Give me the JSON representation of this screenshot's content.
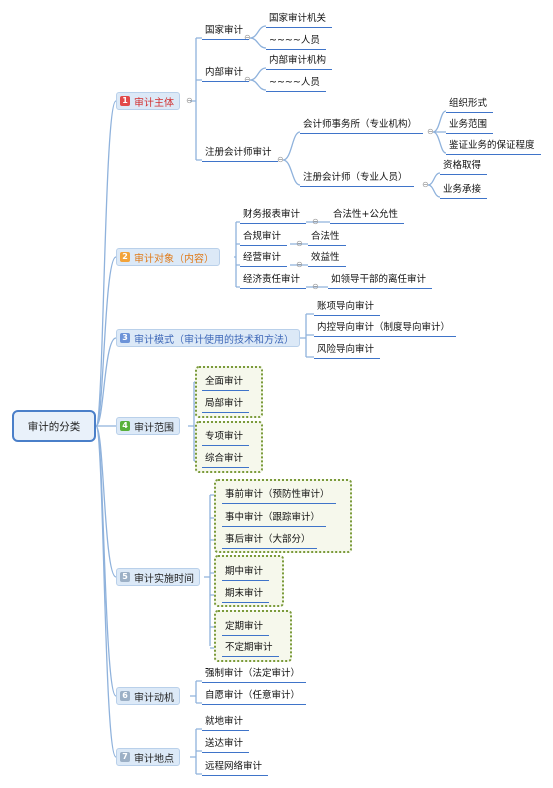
{
  "root": "审计的分类",
  "categories": [
    {
      "num": "1",
      "label": "审计主体",
      "badge_color": "#e24a4a",
      "label_color": "#d23030"
    },
    {
      "num": "2",
      "label": "审计对象（内容）",
      "badge_color": "#f2a33a",
      "label_color": "#e07a18"
    },
    {
      "num": "3",
      "label": "审计模式（审计使用的技术和方法）",
      "badge_color": "#6c93d8",
      "label_color": "#3e68b8"
    },
    {
      "num": "4",
      "label": "审计范围",
      "badge_color": "#58b03a",
      "label_color": "#222222"
    },
    {
      "num": "5",
      "label": "审计实施时间",
      "badge_color": "#9cb0c6",
      "label_color": "#222222"
    },
    {
      "num": "6",
      "label": "审计动机",
      "badge_color": "#9cb0c6",
      "label_color": "#222222"
    },
    {
      "num": "7",
      "label": "审计地点",
      "badge_color": "#9cb0c6",
      "label_color": "#222222"
    }
  ],
  "subject": {
    "national": {
      "label": "国家审计",
      "children": [
        "国家审计机关",
        "~~~~人员"
      ]
    },
    "internal": {
      "label": "内部审计",
      "children": [
        "内部审计机构",
        "~~~~人员"
      ]
    },
    "cpa": {
      "label": "注册会计师审计",
      "firm": {
        "label": "会计师事务所（专业机构）",
        "children": [
          "组织形式",
          "业务范围",
          "鉴证业务的保证程度"
        ]
      },
      "person": {
        "label": "注册会计师（专业人员）",
        "children": [
          "资格取得",
          "业务承接"
        ]
      }
    }
  },
  "object": [
    {
      "label": "财务报表审计",
      "value": "合法性+公允性"
    },
    {
      "label": "合规审计",
      "value": "合法性"
    },
    {
      "label": "经营审计",
      "value": "效益性"
    },
    {
      "label": "经济责任审计",
      "value": "如领导干部的离任审计"
    }
  ],
  "mode": [
    "账项导向审计",
    "内控导向审计（制度导向审计）",
    "风险导向审计"
  ],
  "scope": {
    "group1": [
      "全面审计",
      "局部审计"
    ],
    "group2": [
      "专项审计",
      "综合审计"
    ]
  },
  "timing": {
    "group1": [
      "事前审计（预防性审计）",
      "事中审计（跟踪审计）",
      "事后审计（大部分）"
    ],
    "group2": [
      "期中审计",
      "期末审计"
    ],
    "group3": [
      "定期审计",
      "不定期审计"
    ]
  },
  "motive": [
    "强制审计（法定审计）",
    "自愿审计（任意审计）"
  ],
  "location": [
    "就地审计",
    "送达审计",
    "远程网络审计"
  ]
}
